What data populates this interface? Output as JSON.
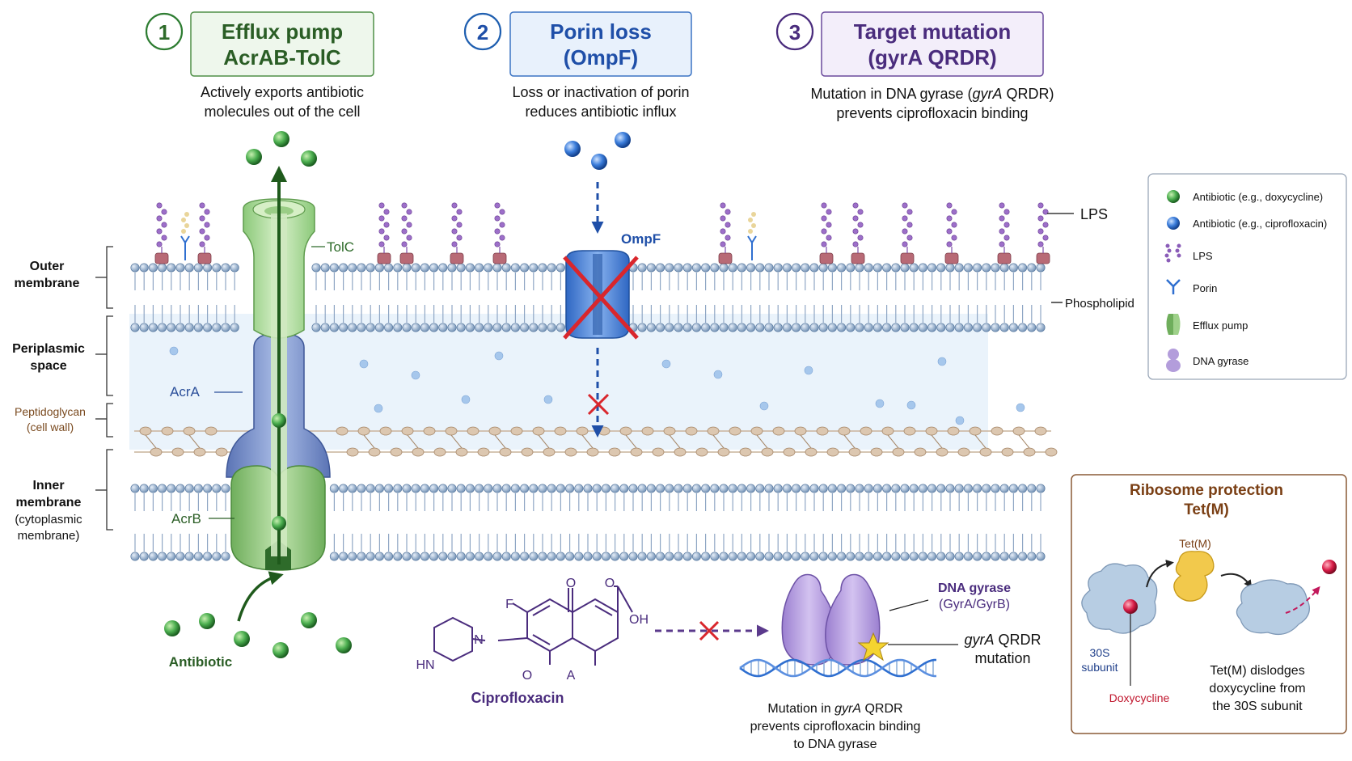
{
  "mechanisms": [
    {
      "number": "1",
      "title_line1": "Efflux pump",
      "title_line2": "AcrAB-TolC",
      "desc_line1": "Actively exports antibiotic",
      "desc_line2": "molecules out of the cell",
      "color": "#2e7d32",
      "fill": "#eef7ec"
    },
    {
      "number": "2",
      "title_line1": "Porin loss",
      "title_line2": "(OmpF)",
      "desc_line1": "Loss or inactivation of porin",
      "desc_line2": "reduces antibiotic influx",
      "color": "#1f5fb0",
      "fill": "#e8f1fc"
    },
    {
      "number": "3",
      "title_line1": "Target mutation",
      "title_line2": "(gyrA QRDR)",
      "desc_line1a": "Mutation in DNA gyrase (",
      "desc_line1b": "gyrA",
      "desc_line1c": " QRDR)",
      "desc_line2": "prevents ciprofloxacin binding",
      "color": "#4a2c7d",
      "fill": "#f3eefa"
    }
  ],
  "regions": {
    "outer_l1": "Outer",
    "outer_l2": "membrane",
    "peri_l1": "Periplasmic",
    "peri_l2": "space",
    "pg_l1": "Peptidoglycan",
    "pg_l2": "(cell wall)",
    "inner_l1": "Inner",
    "inner_l2": "membrane",
    "inner_l3": "(cytoplasmic",
    "inner_l4": "membrane)"
  },
  "labels": {
    "tolc": "TolC",
    "acra": "AcrA",
    "acrb": "AcrB",
    "ompf": "OmpF",
    "lps": "LPS",
    "phospholipid": "Phospholipid",
    "antibiotic": "Antibiotic",
    "ciprofloxacin": "Ciprofloxacin",
    "gyrase_l1": "DNA gyrase",
    "gyrase_l2": "(GyrA/GyrB)",
    "qrdr_a": "gyrA",
    "qrdr_b": " QRDR",
    "qrdr_l2": "mutation",
    "mut_l1a": "Mutation in ",
    "mut_l1b": "gyrA",
    "mut_l1c": " QRDR",
    "mut_l2": "prevents ciprofloxacin binding",
    "mut_l3": "to DNA gyrase",
    "mol_f": "F",
    "mol_o1": "O",
    "mol_o2": "O",
    "mol_oh": "OH",
    "mol_hn": "HN",
    "mol_n": "N",
    "mol_o3": "O",
    "mol_a": "A"
  },
  "legend": [
    {
      "icon": "green-sphere",
      "label": "Antibiotic (e.g., doxycycline)"
    },
    {
      "icon": "blue-sphere",
      "label": "Antibiotic (e.g., ciprofloxacin)"
    },
    {
      "icon": "lps",
      "label": "LPS"
    },
    {
      "icon": "porin",
      "label": "Porin"
    },
    {
      "icon": "efflux-pump",
      "label": "Efflux pump"
    },
    {
      "icon": "dna-gyrase",
      "label": "DNA gyrase"
    }
  ],
  "ribosome": {
    "title_l1": "Ribosome protection",
    "title_l2": "Tet(M)",
    "tetm": "Tet(M)",
    "s30_l1": "30S",
    "s30_l2": "subunit",
    "doxy": "Doxycycline",
    "desc_l1": "Tet(M) dislodges",
    "desc_l2": "doxycycline from",
    "desc_l3": "the 30S subunit"
  },
  "colors": {
    "green_dark": "#2e6b2a",
    "green_light": "#a5d28f",
    "blue": "#2f6fd0",
    "purple": "#4a2c7d",
    "brown": "#7a4a1f",
    "lipid": "#8fa6c4",
    "red": "#d9262c",
    "gyrase": "#b39ddb",
    "ribosome": "#b7cde3",
    "tetm": "#f2c94c"
  }
}
